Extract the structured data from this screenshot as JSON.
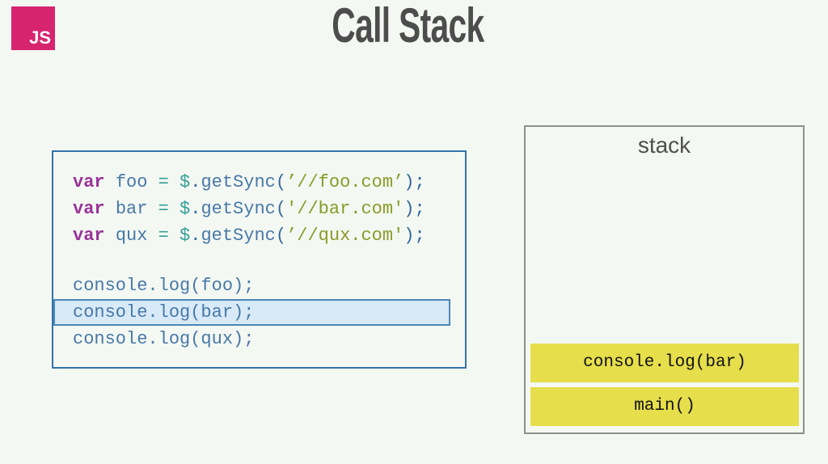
{
  "logo": {
    "text": "JS"
  },
  "title": "Call Stack",
  "code": {
    "lines": [
      {
        "tokens": [
          {
            "t": "var ",
            "c": "kw"
          },
          {
            "t": "foo",
            "c": "name"
          },
          {
            "t": " = ",
            "c": "op"
          },
          {
            "t": "$",
            "c": "op"
          },
          {
            "t": ".",
            "c": "punct"
          },
          {
            "t": "getSync",
            "c": "name"
          },
          {
            "t": "(",
            "c": "punct"
          },
          {
            "t": "’//foo.com’",
            "c": "str"
          },
          {
            "t": ")",
            "c": "punct"
          },
          {
            "t": ";",
            "c": "punct"
          }
        ]
      },
      {
        "tokens": [
          {
            "t": "var ",
            "c": "kw"
          },
          {
            "t": "bar",
            "c": "name"
          },
          {
            "t": " = ",
            "c": "op"
          },
          {
            "t": "$",
            "c": "op"
          },
          {
            "t": ".",
            "c": "punct"
          },
          {
            "t": "getSync",
            "c": "name"
          },
          {
            "t": "(",
            "c": "punct"
          },
          {
            "t": "'//bar.com'",
            "c": "str"
          },
          {
            "t": ")",
            "c": "punct"
          },
          {
            "t": ";",
            "c": "punct"
          }
        ]
      },
      {
        "tokens": [
          {
            "t": "var ",
            "c": "kw"
          },
          {
            "t": "qux",
            "c": "name"
          },
          {
            "t": " = ",
            "c": "op"
          },
          {
            "t": "$",
            "c": "op"
          },
          {
            "t": ".",
            "c": "punct"
          },
          {
            "t": "getSync",
            "c": "name"
          },
          {
            "t": "(",
            "c": "punct"
          },
          {
            "t": "’//qux.com'",
            "c": "str"
          },
          {
            "t": ")",
            "c": "punct"
          },
          {
            "t": ";",
            "c": "punct"
          }
        ]
      },
      {
        "blank": true
      },
      {
        "tokens": [
          {
            "t": "console.log(foo);",
            "c": "name"
          }
        ]
      },
      {
        "highlight": true,
        "tokens": [
          {
            "t": "console.log(bar);",
            "c": "name"
          }
        ]
      },
      {
        "tokens": [
          {
            "t": "console.log(qux);",
            "c": "name"
          }
        ]
      }
    ]
  },
  "stack": {
    "label": "stack",
    "frames": [
      {
        "label": "console.log(bar)"
      },
      {
        "label": "main()"
      }
    ]
  },
  "colors": {
    "page_bg": "#F4F8F2",
    "logo_bg": "#D6246F",
    "logo_text": "#FFFFFF",
    "title_text": "#4D4D4D",
    "code_border": "#3173A8",
    "code_keyword": "#993399",
    "code_name": "#4878A8",
    "code_operator": "#33A099",
    "code_string": "#8A9A28",
    "code_punct": "#33689B",
    "highlight_bg": "#D8EAF7",
    "highlight_border": "#4A87B8",
    "stack_border": "#8F8F8F",
    "stack_label_text": "#4F4F4F",
    "frame_bg": "#E6DE4A",
    "frame_text": "#111111"
  }
}
